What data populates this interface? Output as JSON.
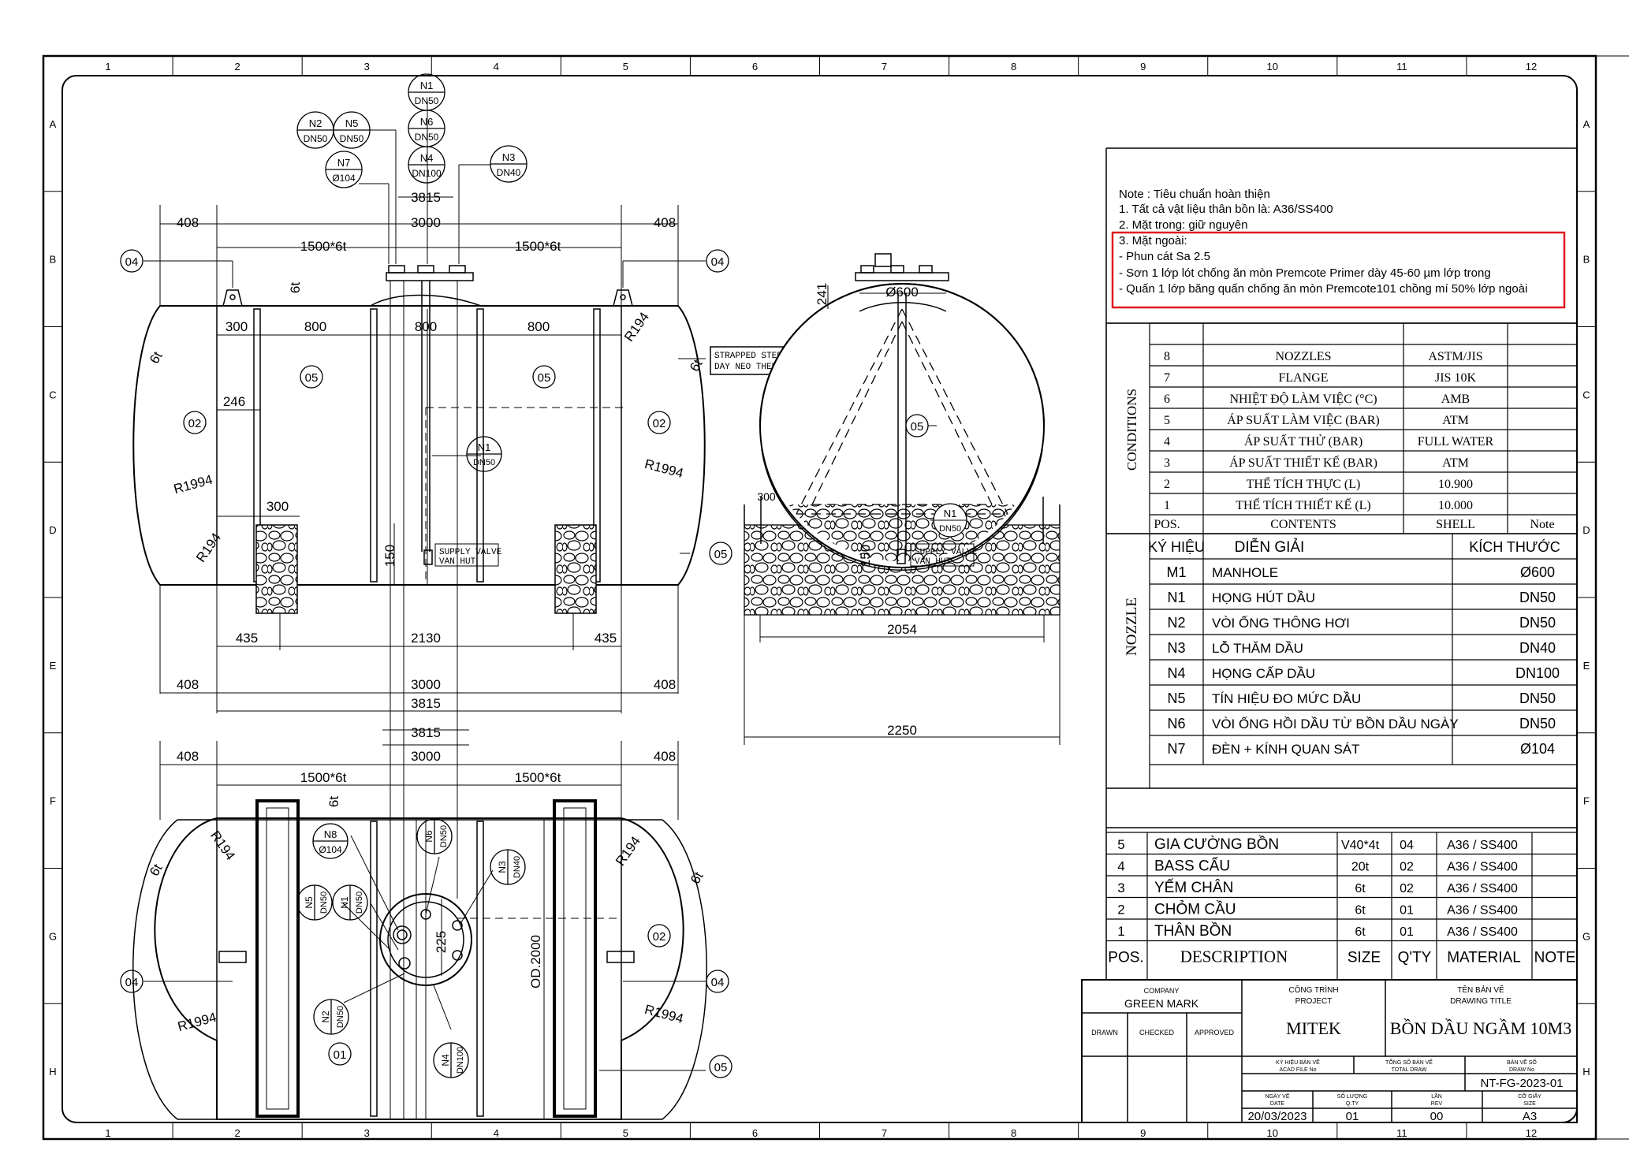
{
  "border": {
    "cols": [
      "1",
      "2",
      "3",
      "4",
      "5",
      "6",
      "7",
      "8",
      "9",
      "10",
      "11",
      "12"
    ],
    "rows": [
      "A",
      "B",
      "C",
      "D",
      "E",
      "F",
      "G",
      "H"
    ]
  },
  "dims": {
    "d408": "408",
    "d3815": "3815",
    "d3000": "3000",
    "d1500x6t": "1500*6t",
    "d6t": "6t",
    "d300": "300",
    "d800": "800",
    "d246": "246",
    "d435": "435",
    "d2130": "2130",
    "d150": "150",
    "d2054": "2054",
    "d2250": "2250",
    "d241": "241",
    "dphi600": "Ø600",
    "d225": "225",
    "od2000": "OD.2000",
    "r194": "R194",
    "r1994": "R1994"
  },
  "callouts": {
    "n1": "N1",
    "n2": "N2",
    "n3": "N3",
    "n4": "N4",
    "n5": "N5",
    "n6": "N6",
    "n7": "N7",
    "n8": "N8",
    "dn50": "DN50",
    "dn40": "DN40",
    "dn100": "DN100",
    "phi104": "Ø104",
    "c01": "01",
    "c02": "02",
    "c04": "04",
    "c05": "05"
  },
  "tags": {
    "supply_valve": "SUPPLY VALVE",
    "van_hut": "VAN HUT",
    "strapped_steel": "STRAPPED STEEL 6t",
    "day_neo": "DAY NEO THEP 6t"
  },
  "notes": {
    "title": "Note : Tiêu chuẩn hoàn thiện",
    "lines": [
      "1. Tất cả vật liệu thân bồn là: A36/SS400",
      "2. Mặt trong: giữ nguyên",
      "3. Mặt ngoài:",
      "- Phun cát Sa 2.5",
      "- Sơn 1 lớp lót chống ăn mòn Premcote Primer dày 45-60 µm lớp trong",
      "- Quấn 1 lớp băng quấn chống ăn mòn Premcote101 chồng mí 50% lớp ngoài"
    ]
  },
  "conditions": {
    "side_label": "CONDITIONS",
    "rows": [
      {
        "pos": "8",
        "content": "NOZZLES",
        "shell": "ASTM/JIS"
      },
      {
        "pos": "7",
        "content": "FLANGE",
        "shell": "JIS 10K"
      },
      {
        "pos": "6",
        "content": "NHIỆT ĐỘ LÀM VIỆC (°C)",
        "shell": "AMB"
      },
      {
        "pos": "5",
        "content": "ÁP SUẤT LÀM VIỆC (BAR)",
        "shell": "ATM"
      },
      {
        "pos": "4",
        "content": "ÁP SUẤT THỬ (BAR)",
        "shell": "FULL WATER"
      },
      {
        "pos": "3",
        "content": "ÁP SUẤT THIẾT KẾ (BAR)",
        "shell": "ATM"
      },
      {
        "pos": "2",
        "content": "THỂ TÍCH THỰC (L)",
        "shell": "10.900"
      },
      {
        "pos": "1",
        "content": "THỂ TÍCH THIẾT KẾ (L)",
        "shell": "10.000"
      }
    ],
    "header": {
      "pos": "POS.",
      "content": "CONTENTS",
      "shell": "SHELL",
      "note": "Note"
    }
  },
  "nozzle": {
    "side_label": "NOZZLE",
    "header": {
      "mark": "KÝ HIỆU",
      "desc": "DIỄN GIẢI",
      "size": "KÍCH THƯỚC"
    },
    "rows": [
      {
        "mark": "M1",
        "desc": "MANHOLE",
        "size": "Ø600"
      },
      {
        "mark": "N1",
        "desc": "HỌNG HÚT DẦU",
        "size": "DN50"
      },
      {
        "mark": "N2",
        "desc": "VÒI ỐNG THÔNG HƠI",
        "size": "DN50"
      },
      {
        "mark": "N3",
        "desc": "LỖ THĂM DẦU",
        "size": "DN40"
      },
      {
        "mark": "N4",
        "desc": "HỌNG CẤP DẦU",
        "size": "DN100"
      },
      {
        "mark": "N5",
        "desc": "TÍN HIỆU ĐO MỨC DẦU",
        "size": "DN50"
      },
      {
        "mark": "N6",
        "desc": "VÒI ỐNG HỒI DẦU TỪ BỒN DẦU NGÀY",
        "size": "DN50"
      },
      {
        "mark": "N7",
        "desc": "ĐÈN + KÍNH QUAN SÁT",
        "size": "Ø104"
      }
    ]
  },
  "bom": {
    "rows": [
      {
        "pos": "5",
        "desc": "GIA CƯỜNG BỒN",
        "size": "V40*4t",
        "qty": "04",
        "material": "A36 / SS400"
      },
      {
        "pos": "4",
        "desc": "BASS CẨU",
        "size": "20t",
        "qty": "02",
        "material": "A36 / SS400"
      },
      {
        "pos": "3",
        "desc": "YẾM CHÂN",
        "size": "6t",
        "qty": "02",
        "material": "A36 / SS400"
      },
      {
        "pos": "2",
        "desc": "CHỎM CẦU",
        "size": "6t",
        "qty": "01",
        "material": "A36 / SS400"
      },
      {
        "pos": "1",
        "desc": "THÂN BỒN",
        "size": "6t",
        "qty": "01",
        "material": "A36 / SS400"
      }
    ],
    "header": {
      "pos": "POS.",
      "desc": "DESCRIPTION",
      "size": "SIZE",
      "qty": "Q'TY",
      "material": "MATERIAL",
      "note": "NOTE"
    }
  },
  "title_block": {
    "company_label": "COMPANY",
    "company": "GREEN MARK",
    "drawn": "DRAWN",
    "checked": "CHECKED",
    "approved": "APPROVED",
    "project_label_vn": "CÔNG TRÌNH",
    "project_label": "PROJECT",
    "project": "MITEK",
    "title_label_vn": "TÊN BẢN VẼ",
    "title_label": "DRAWING TITLE",
    "title": "BỒN DẦU NGẦM 10M3",
    "acad_vn": "KÝ HIỆU BẢN VẼ",
    "acad": "ACAD FILE No",
    "total_vn": "TỔNG SỐ BẢN VẼ",
    "total": "TOTAL DRAW",
    "drawno_vn": "BẢN VẼ SỐ",
    "drawno_label": "DRAW No",
    "drawno": "NT-FG-2023-01",
    "date_vn": "NGÀY VẼ",
    "date_label": "DATE",
    "date": "20/03/2023",
    "qty_vn": "SỐ LƯỢNG",
    "qty_label": "Q.TY",
    "qty": "01",
    "rev_vn": "LẦN",
    "rev_label": "REV",
    "rev": "00",
    "size_vn": "CỠ GIẤY",
    "size_label": "SIZE",
    "size": "A3"
  }
}
